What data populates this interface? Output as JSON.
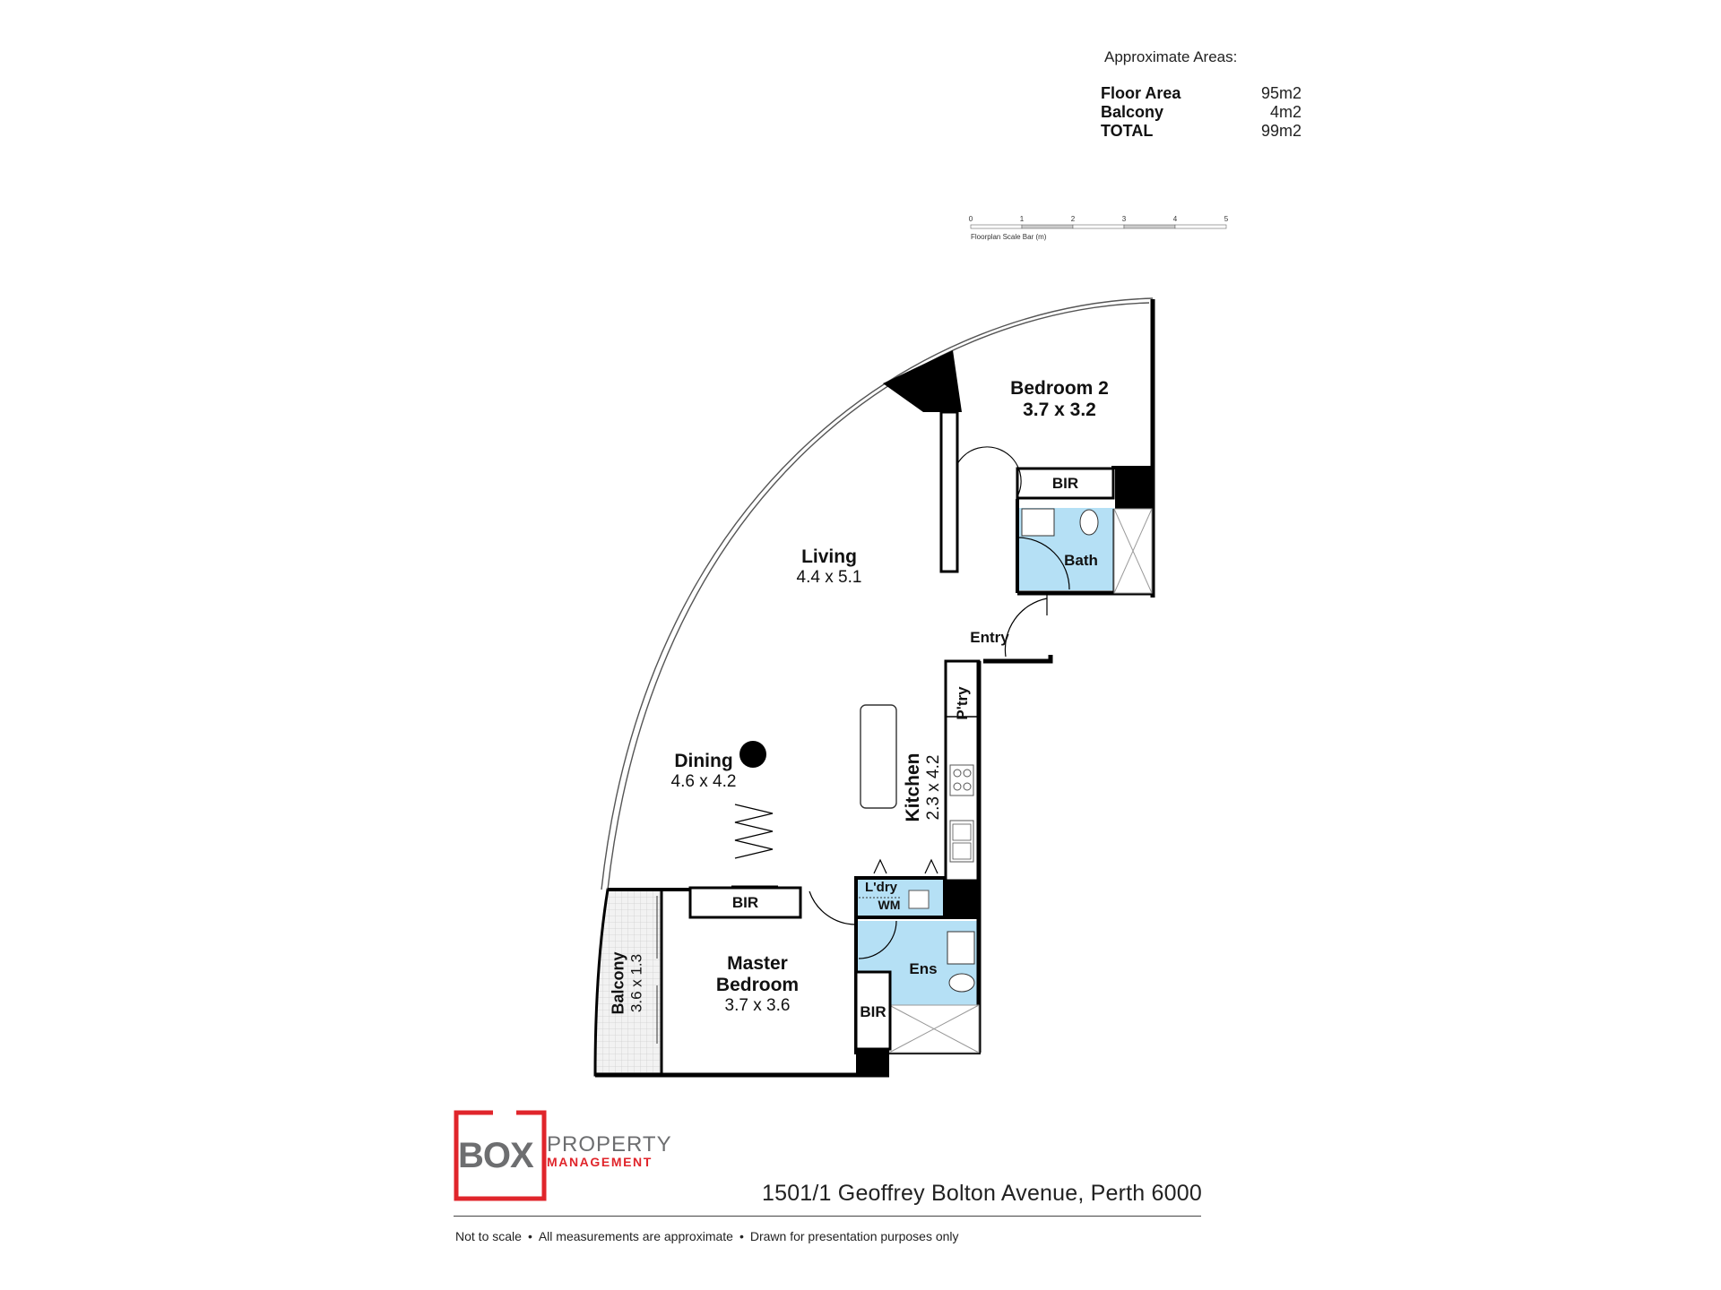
{
  "areas": {
    "heading": "Approximate Areas:",
    "rows": [
      {
        "label": "Floor Area",
        "value": "95m2"
      },
      {
        "label": "Balcony",
        "value": "4m2"
      },
      {
        "label": "TOTAL",
        "value": "99m2"
      }
    ]
  },
  "scale_bar": {
    "ticks": [
      "0",
      "1",
      "2",
      "3",
      "4",
      "5"
    ],
    "caption": "Floorplan Scale Bar (m)"
  },
  "rooms": {
    "bedroom2": {
      "name": "Bedroom 2",
      "dims": "3.7 x 3.2"
    },
    "bir_bed2": "BIR",
    "bath": "Bath",
    "living": {
      "name": "Living",
      "dims": "4.4 x 5.1"
    },
    "entry": "Entry",
    "pantry": "P'try",
    "kitchen": {
      "name": "Kitchen",
      "dims": "2.3 x 4.2"
    },
    "dining": {
      "name": "Dining",
      "dims": "4.6 x 4.2"
    },
    "laundry": "L'dry",
    "wm": "WM",
    "bir_master_top": "BIR",
    "master": {
      "name_line1": "Master",
      "name_line2": "Bedroom",
      "dims": "3.7 x 3.6"
    },
    "ensuite": "Ens",
    "bir_master_side": "BIR",
    "balcony": {
      "name": "Balcony",
      "dims": "3.6 x 1.3"
    }
  },
  "logo": {
    "mark": "BOX",
    "line1": "PROPERTY",
    "line2": "MANAGEMENT"
  },
  "address": "1501/1 Geoffrey Bolton Avenue, Perth 6000",
  "footer": {
    "items": [
      "Not to scale",
      "All measurements are approximate",
      "Drawn for presentation purposes only"
    ]
  },
  "colors": {
    "wet_area": "#b5e0f5",
    "wall": "#000000",
    "brand_red": "#e0252b",
    "brand_grey": "#6d6e70"
  }
}
